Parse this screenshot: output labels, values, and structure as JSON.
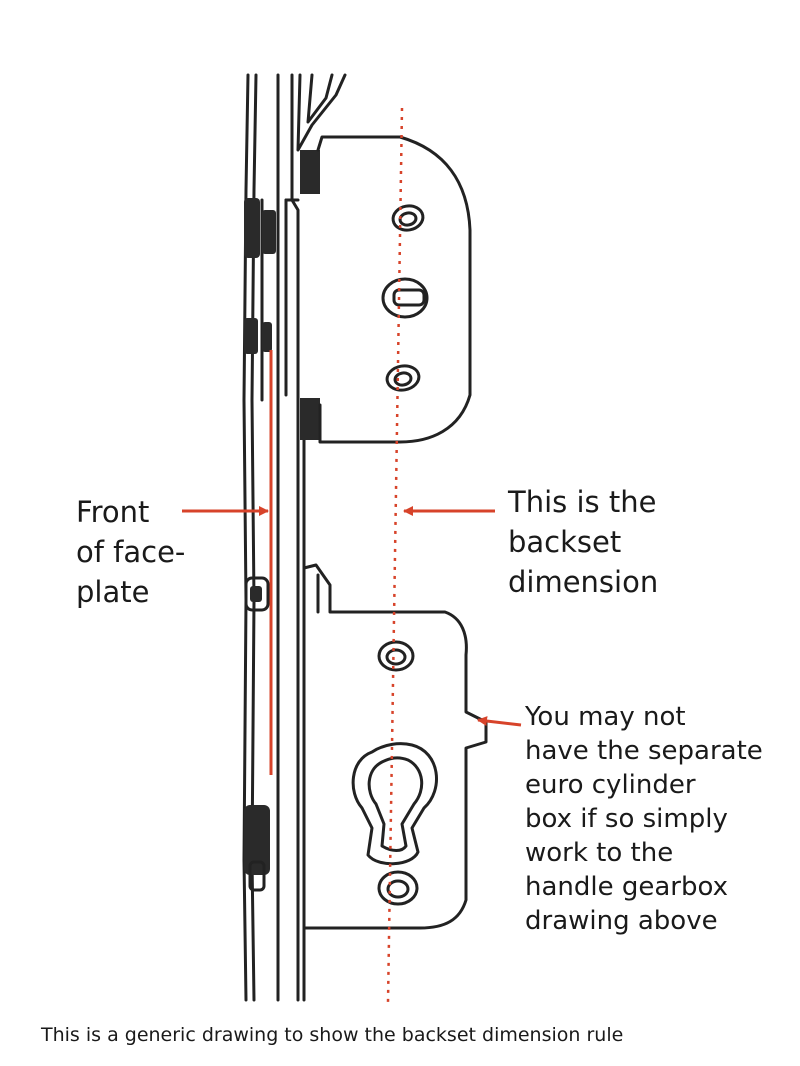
{
  "labels": {
    "front": [
      "Front",
      "of face-",
      "plate"
    ],
    "backset": [
      "This is the",
      "backset",
      "dimension"
    ],
    "note": [
      "You may not",
      "have the separate",
      "euro cylinder",
      "box if so simply",
      "work to the",
      "handle gearbox",
      "drawing above"
    ]
  },
  "caption": "This is a generic drawing to show the backset dimension rule",
  "colors": {
    "line": "#222222",
    "accent": "#d7432a"
  }
}
